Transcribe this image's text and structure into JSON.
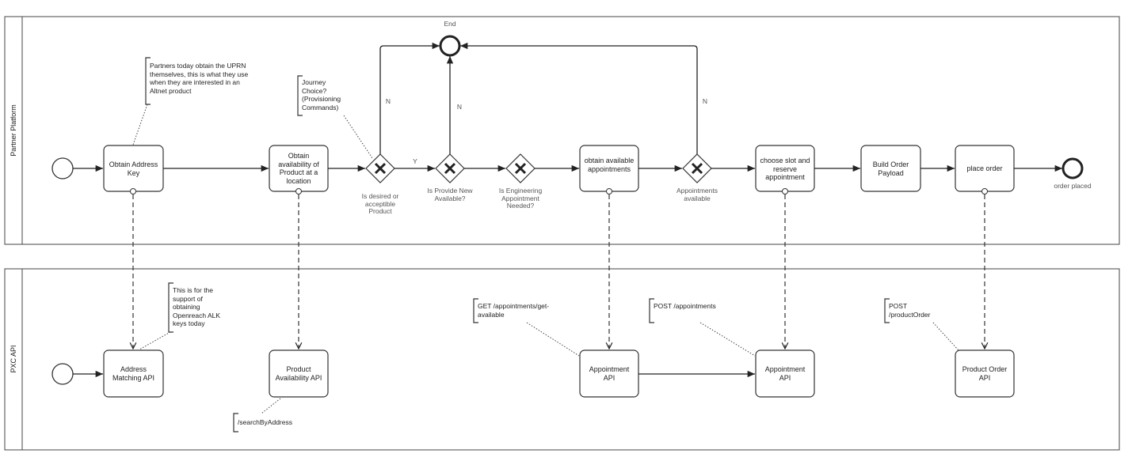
{
  "lanes": {
    "partner": "Partner Platform",
    "pxc": "PXC API"
  },
  "tasks": {
    "obtain_address_key": "Obtain Address Key",
    "obtain_availability": "Obtain availability of Product at a location",
    "obtain_appointments": "obtain available appointments",
    "choose_slot": "choose slot and reserve appointment",
    "build_payload": "Build Order Payload",
    "place_order": "place order",
    "address_matching_api": "Address Matching API",
    "product_availability_api": "Product Availability API",
    "appointment_api_get": "Appointment API",
    "appointment_api_post": "Appointment API",
    "product_order_api": "Product Order API"
  },
  "gateways": {
    "g1": "Is desired or acceptible Product",
    "g2": "Is Provide New Available?",
    "g3": "Is Engineering Appointment Needed?",
    "g4": "Appointments available"
  },
  "events": {
    "end": "End",
    "order_placed": "order placed"
  },
  "flow_labels": {
    "yes": "Y",
    "no1": "N",
    "no2": "N",
    "no3": "N"
  },
  "annotations": {
    "uprn": "Partners today obtain the UPRN themselves, this is what they use when they are interested in an Altnet product",
    "journey": "Journey Choice? (Provisioning Commands)",
    "alk": "This is for the support of obtaining Openreach ALK keys today",
    "search": "/searchByAddress",
    "get_appts": "GET /appointments/get-available",
    "post_appts": "POST /appointments",
    "post_order": "POST /productOrder"
  }
}
